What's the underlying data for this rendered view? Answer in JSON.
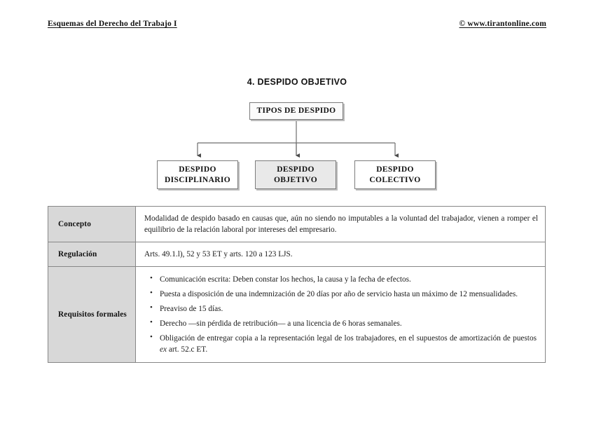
{
  "header": {
    "left": "Esquemas del Derecho del Trabajo I",
    "right": "© www.tirantonline.com"
  },
  "title": "4. DESPIDO OBJETIVO",
  "diagram": {
    "root": {
      "label": "TIPOS DE DESPIDO",
      "fill": "#fbfbfb"
    },
    "leaves": [
      {
        "label": "DESPIDO\nDISCIPLINARIO",
        "fill": "#ffffff",
        "highlighted": false
      },
      {
        "label": "DESPIDO\nOBJETIVO",
        "fill": "#e9e9e9",
        "highlighted": true
      },
      {
        "label": "DESPIDO\nCOLECTIVO",
        "fill": "#ffffff",
        "highlighted": false
      }
    ],
    "connector_color": "#6e6e6e"
  },
  "table": {
    "label_fill": "#d8d8d8",
    "border_color": "#878787",
    "rows": [
      {
        "label": "Concepto",
        "content": "Modalidad de despido basado en causas que, aún no siendo no imputables a la voluntad del trabajador, vienen a romper el equilibrio de la relación laboral por intereses del empresario."
      },
      {
        "label": "Regulación",
        "content": "Arts. 49.1.l), 52 y 53 ET y arts. 120 a 123 LJS."
      },
      {
        "label": "Requisitos formales",
        "bullets": [
          "Comunicación escrita: Deben constar los hechos, la causa y la fecha de efectos.",
          "Puesta a disposición de una indemnización de 20 días por año de servicio hasta un máximo de 12 mensualidades.",
          "Preaviso de 15 días.",
          "Derecho —sin pérdida de retribución— a una licencia de 6 horas semanales.",
          "Obligación de entregar copia a la representación legal de los trabajadores, en el supuestos de amortización de puestos ex art. 52.c ET."
        ]
      }
    ]
  }
}
